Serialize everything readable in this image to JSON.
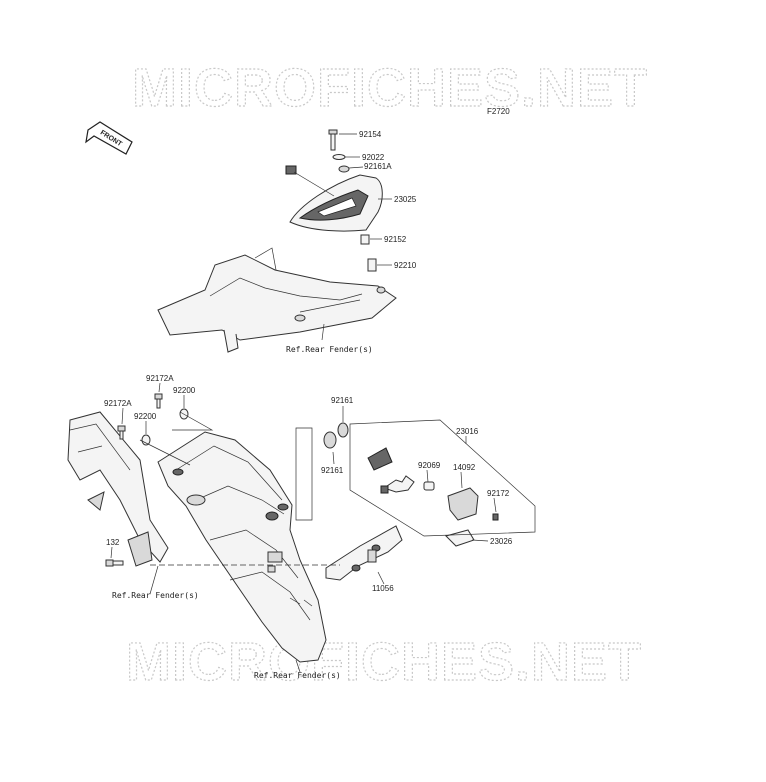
{
  "watermark_top": "MICROFICHES.NET",
  "watermark_bottom": "MICROFICHES.NET",
  "figure_code": "F2720",
  "front_arrow_label": "FRONT",
  "labels": {
    "p92154": "92154",
    "p92022": "92022",
    "p92161A": "92161A",
    "p23025": "23025",
    "p92152": "92152",
    "p92210": "92210",
    "ref_top": "Ref.Rear Fender(s)",
    "p92172A_a": "92172A",
    "p92200_a": "92200",
    "p92172A_b": "92172A",
    "p92200_b": "92200",
    "p92161_a": "92161",
    "p92161_b": "92161",
    "p23016": "23016",
    "p92069": "92069",
    "p14092": "14092",
    "p92172": "92172",
    "p23026": "23026",
    "p132": "132",
    "p11056": "11056",
    "ref_left": "Ref.Rear Fender(s)",
    "ref_bottom": "Ref.Rear Fender(s)"
  }
}
